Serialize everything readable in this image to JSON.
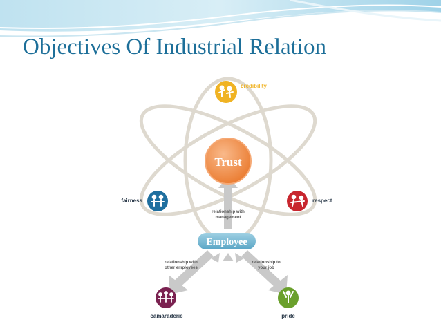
{
  "slide": {
    "title": "Objectives Of  Industrial Relation"
  },
  "diagram": {
    "center": "Trust",
    "hub": "Employee",
    "values": {
      "credibility": "credibility",
      "fairness": "fairness",
      "respect": "respect",
      "camaraderie": "camaraderie",
      "pride": "pride"
    },
    "relationships": {
      "management_line1": "relationship with",
      "management_line2": "management",
      "employees_line1": "relationship with",
      "employees_line2": "other employees",
      "job_line1": "relationship to",
      "job_line2": "your job"
    }
  },
  "colors": {
    "title": "#1d6f99",
    "credibility": "#f0b323",
    "fairness": "#1f6f9f",
    "respect": "#c8262e",
    "camaraderie": "#7a2150",
    "pride": "#6aa02c",
    "trust": "#f08a3c",
    "employee": "#6fb3cf",
    "orbit": "#d9d3c7",
    "arrow": "#c9c9c9"
  }
}
